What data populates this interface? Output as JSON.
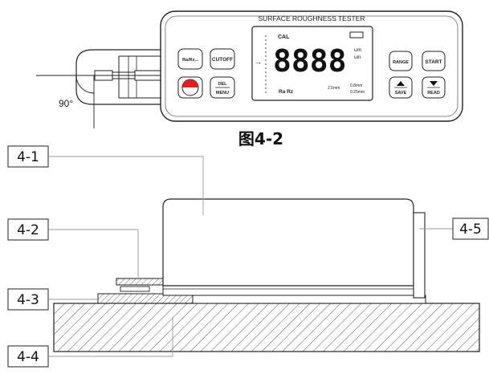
{
  "device": {
    "title": "SURFACE ROUGHNESS TESTER",
    "angle_label": "90°",
    "buttons": {
      "ra_rz": "Ra/Rz...",
      "cutoff": "CUTOFF",
      "del": "DEL",
      "menu": "MENU",
      "range": "RANGE",
      "start": "START",
      "save": "SAVE",
      "read": "READ"
    },
    "lcd": {
      "cal": "CAL",
      "digits": "8888",
      "unit_top": "um",
      "unit_bottom": "uin",
      "params": "Ra Rz",
      "cutoff_a": "2.5mm",
      "cutoff_b": "0.8mm",
      "cutoff_c": "0.25mm"
    }
  },
  "caption": "图4-2",
  "callouts": {
    "c1": "4-1",
    "c2": "4-2",
    "c3": "4-3",
    "c4": "4-4",
    "c5": "4-5"
  }
}
